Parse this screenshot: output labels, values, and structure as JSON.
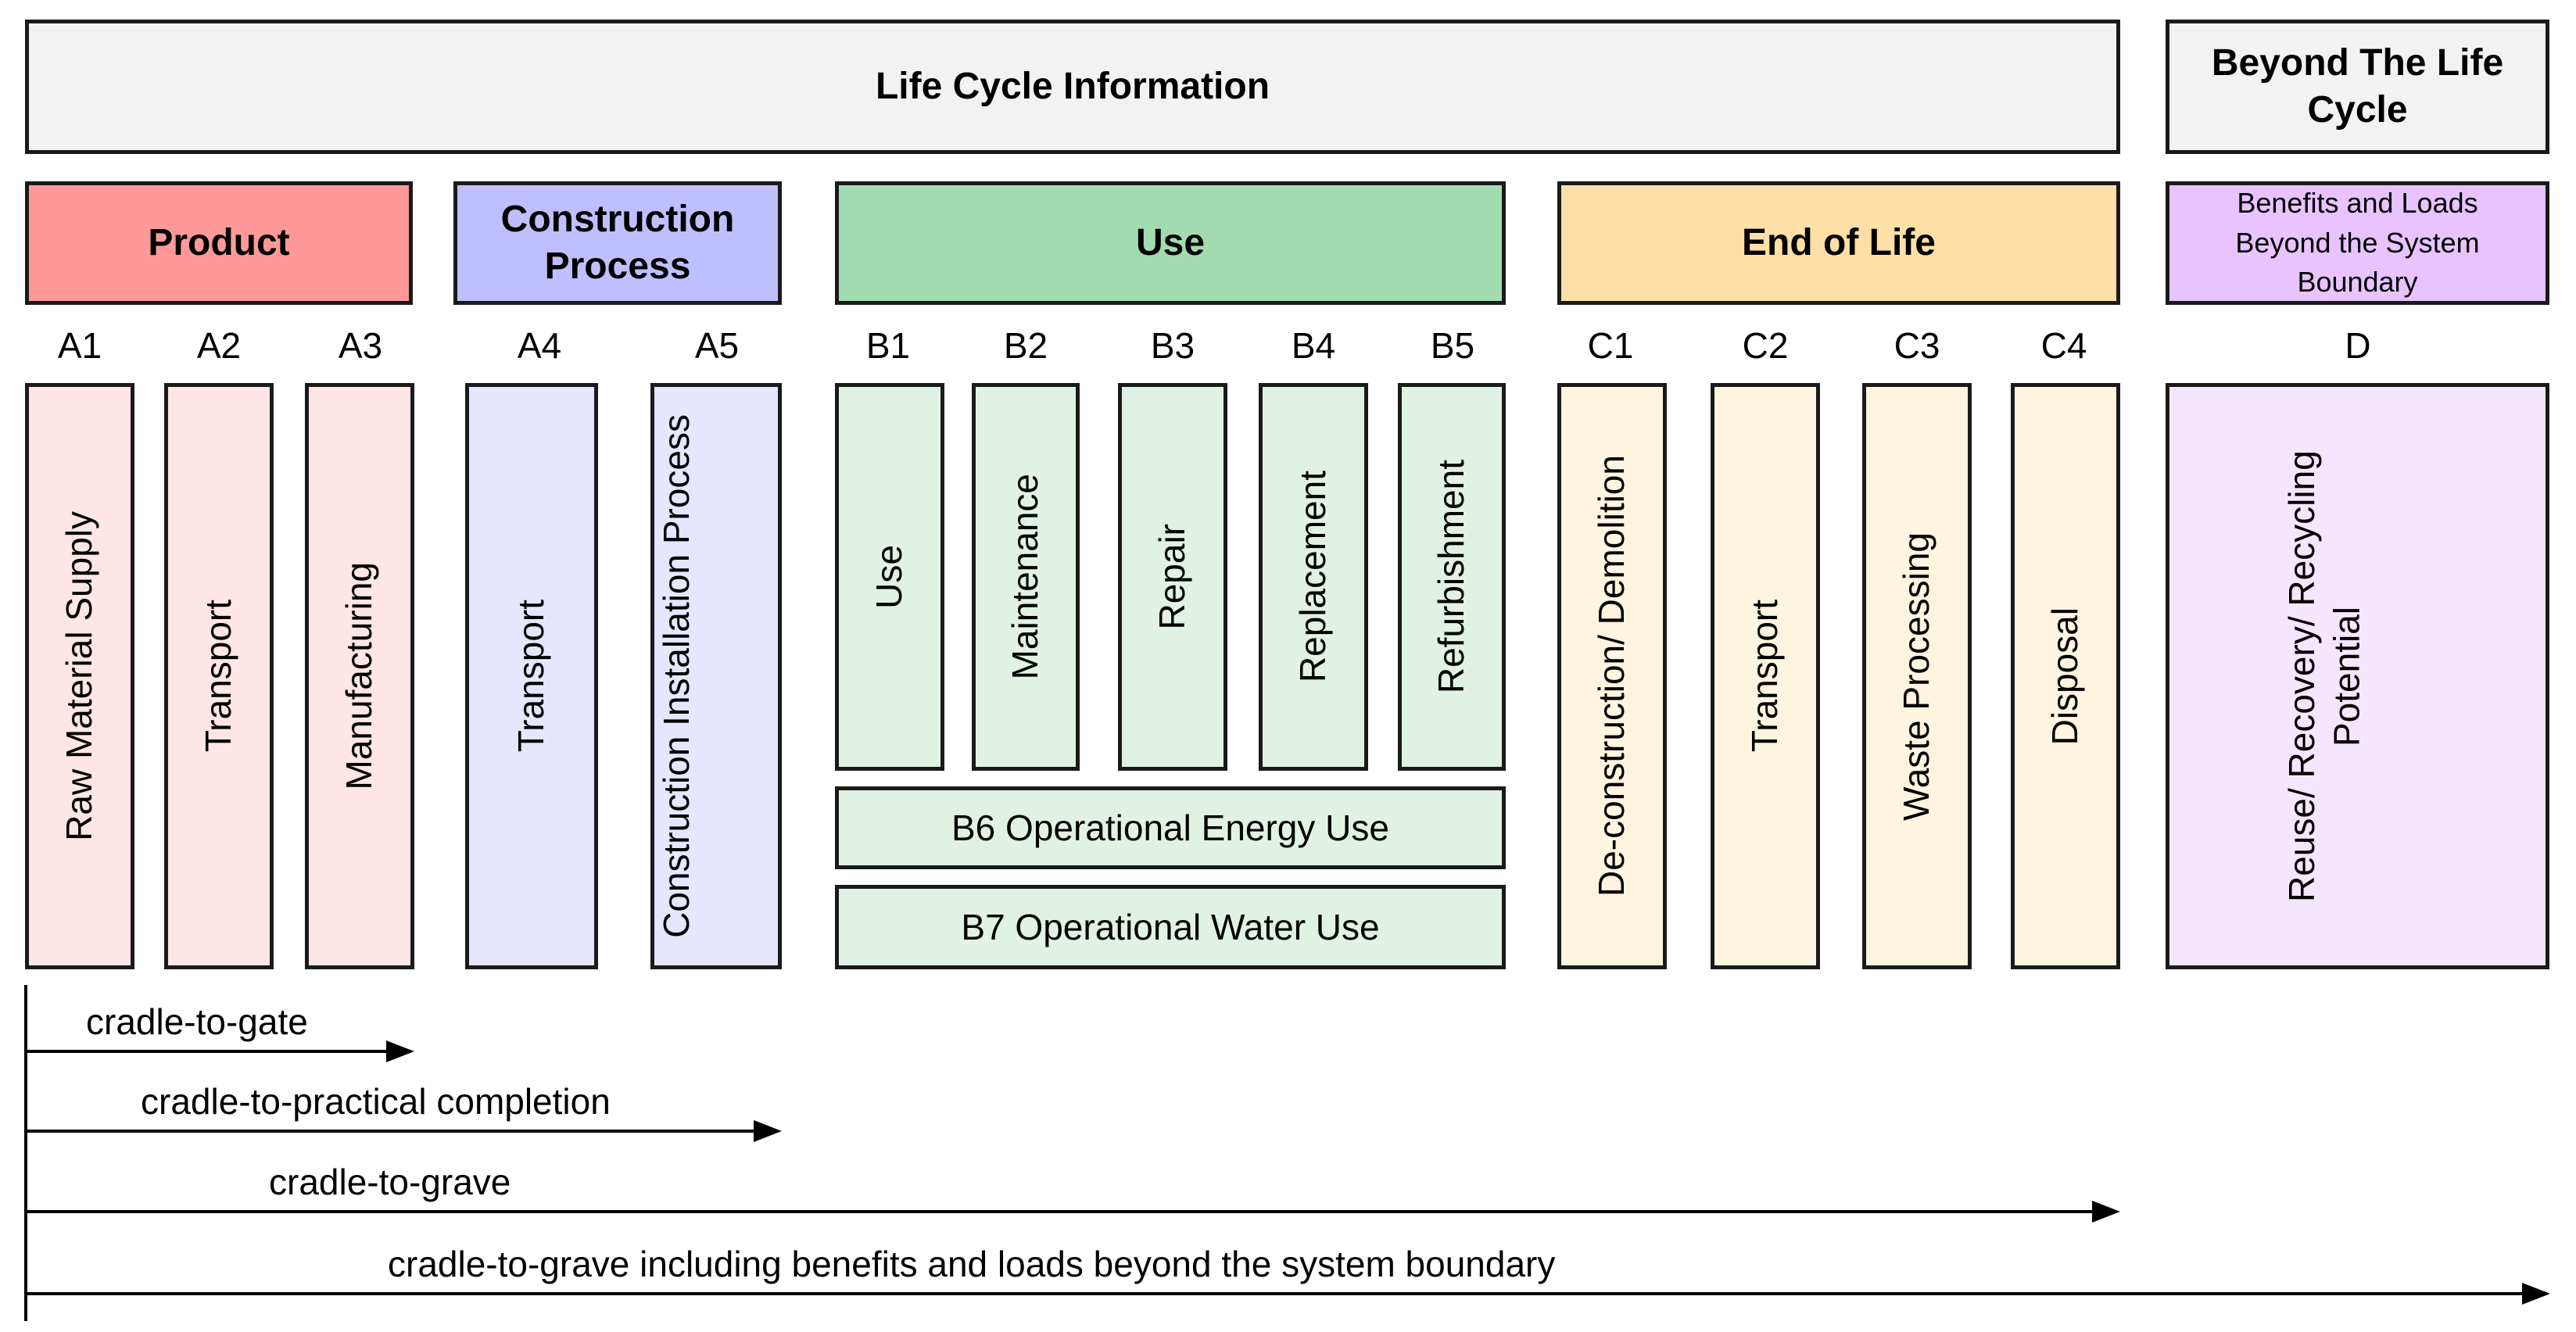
{
  "top": {
    "life_cycle_info": "Life Cycle Information",
    "beyond_life_cycle": "Beyond The Life Cycle"
  },
  "stages": {
    "product": "Product",
    "construction": "Construction Process",
    "use": "Use",
    "end_of_life": "End of Life",
    "benefits": "Benefits and Loads Beyond the System Boundary"
  },
  "codes": [
    "A1",
    "A2",
    "A3",
    "A4",
    "A5",
    "B1",
    "B2",
    "B3",
    "B4",
    "B5",
    "C1",
    "C2",
    "C3",
    "C4",
    "D"
  ],
  "modules": {
    "a1": "Raw Material Supply",
    "a2": "Transport",
    "a3": "Manufacturing",
    "a4": "Transport",
    "a5": "Construction Installation Process",
    "b1": "Use",
    "b2": "Maintenance",
    "b3": "Repair",
    "b4": "Replacement",
    "b5": "Refurbishment",
    "b6": "B6 Operational Energy Use",
    "b7": "B7 Operational Water Use",
    "c1": "De-construction/ Demolition",
    "c2": "Transport",
    "c3": "Waste Processing",
    "c4": "Disposal",
    "d": "Reuse/ Recovery/ Recycling Potential"
  },
  "scopes": {
    "gate": "cradle-to-gate",
    "practical": "cradle-to-practical completion",
    "grave": "cradle-to-grave",
    "beyond": "cradle-to-grave including benefits and loads beyond the system boundary"
  },
  "colors": {
    "product_header": "#ff9999",
    "product_module": "#ffe6e6",
    "construction_header": "#bfbfff",
    "construction_module": "#e6e6ff",
    "use_header": "#a3dbb0",
    "use_module": "#e0f2e4",
    "eol_header": "#ffdfa8",
    "eol_module": "#fff4e0",
    "benefits_header": "#e8c3ff",
    "benefits_module": "#f5e6ff",
    "banner": "#f2f2f2",
    "stroke": "#1a1a1a"
  }
}
